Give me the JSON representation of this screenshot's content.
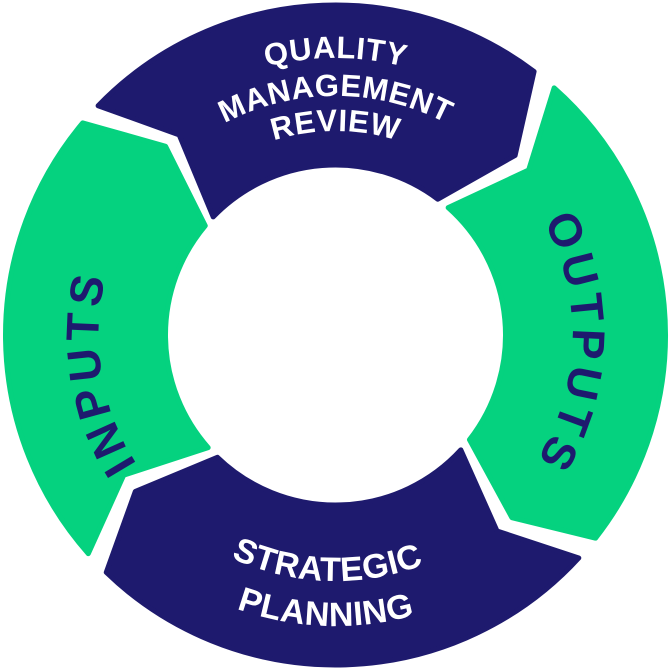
{
  "colors": {
    "navy": "#1E1A6E",
    "green": "#05D27F",
    "white": "#FFFFFF",
    "background": "#FFFFFF"
  },
  "cycle": {
    "flow_direction": "clockwise",
    "segments": [
      {
        "position": "top",
        "fill_color_name": "navy",
        "text_color_name": "white",
        "lines": [
          "QUALITY",
          "MANAGEMENT",
          "REVIEW"
        ]
      },
      {
        "position": "right",
        "fill_color_name": "green",
        "text_color_name": "navy",
        "lines": [
          "OUTPUTS"
        ]
      },
      {
        "position": "bottom",
        "fill_color_name": "navy",
        "text_color_name": "white",
        "lines": [
          "STRATEGIC",
          "PLANNING"
        ]
      },
      {
        "position": "left",
        "fill_color_name": "green",
        "text_color_name": "navy",
        "lines": [
          "INPUTS"
        ]
      }
    ]
  }
}
